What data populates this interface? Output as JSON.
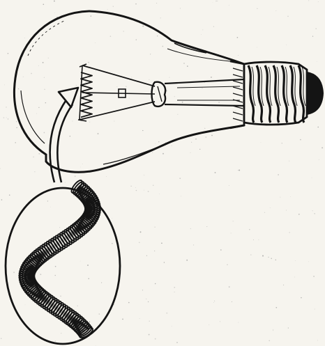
{
  "figure": {
    "subject": "incandescent-light-bulb-filament-illustration",
    "style": "pen-and-ink line drawing",
    "colors": {
      "paper": "#f6f4ee",
      "ink": "#141414",
      "speckle": "#8a8a8a"
    },
    "parts": [
      "glass-bulb",
      "screw-base",
      "bulb-neck",
      "glass-stem",
      "support-wires",
      "filament",
      "pointer-arrow",
      "magnified-coil-inset"
    ]
  }
}
